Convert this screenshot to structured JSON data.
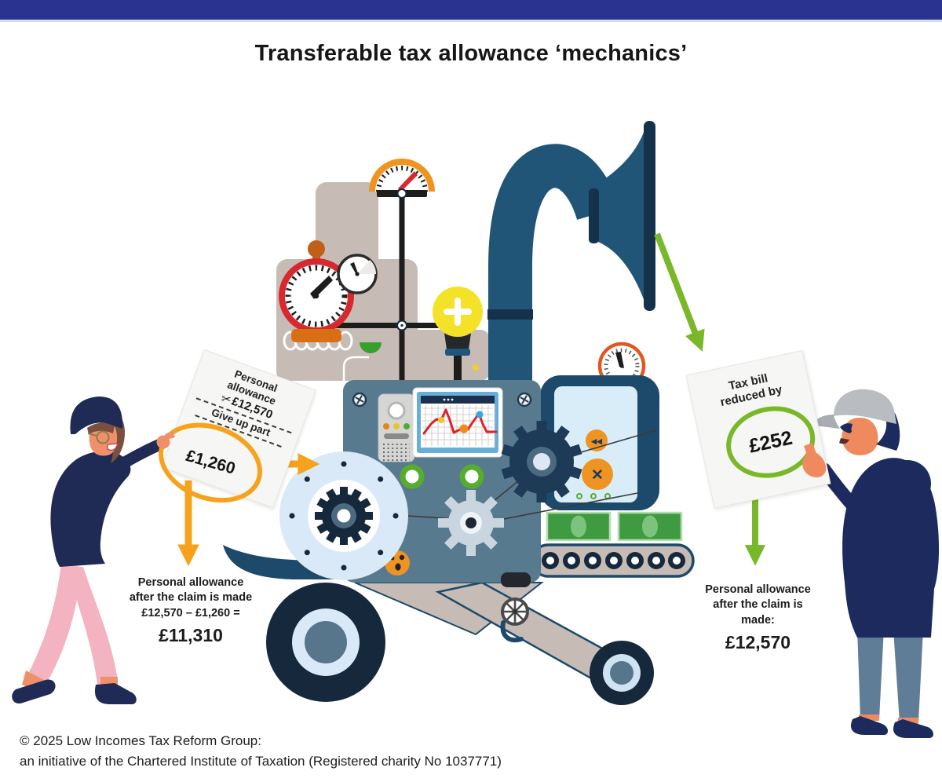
{
  "title": "Transferable tax allowance ‘mechanics’",
  "header": {
    "bar_color": "#2b3390"
  },
  "colors": {
    "accent_orange": "#f6a21d",
    "accent_green": "#79b829",
    "machine_slate": "#587a8e",
    "machine_navy": "#1d4a6b",
    "deep_navy": "#16283c"
  },
  "left_note": {
    "line1": "Personal",
    "line2": "allowance",
    "scissors_icon": "✂",
    "amount": "£12,570",
    "action": "Give up part",
    "transfer_amount": "£1,260"
  },
  "left_result": {
    "line1": "Personal allowance",
    "line2": "after the claim is made",
    "line3": "£12,570 – £1,260 =",
    "total": "£11,310"
  },
  "right_note": {
    "line1": "Tax bill",
    "line2": "reduced by",
    "amount": "£252"
  },
  "right_result": {
    "line1": "Personal allowance",
    "line2": "after the claim is",
    "line3": "made:",
    "total": "£12,570"
  },
  "machine": {
    "rewind_label": "◀◀",
    "cancel_label": "✕"
  },
  "footer": {
    "line1": "© 2025 Low Incomes Tax Reform Group:",
    "line2": "an initiative of the Chartered Institute of Taxation (Registered charity No 1037771)"
  }
}
